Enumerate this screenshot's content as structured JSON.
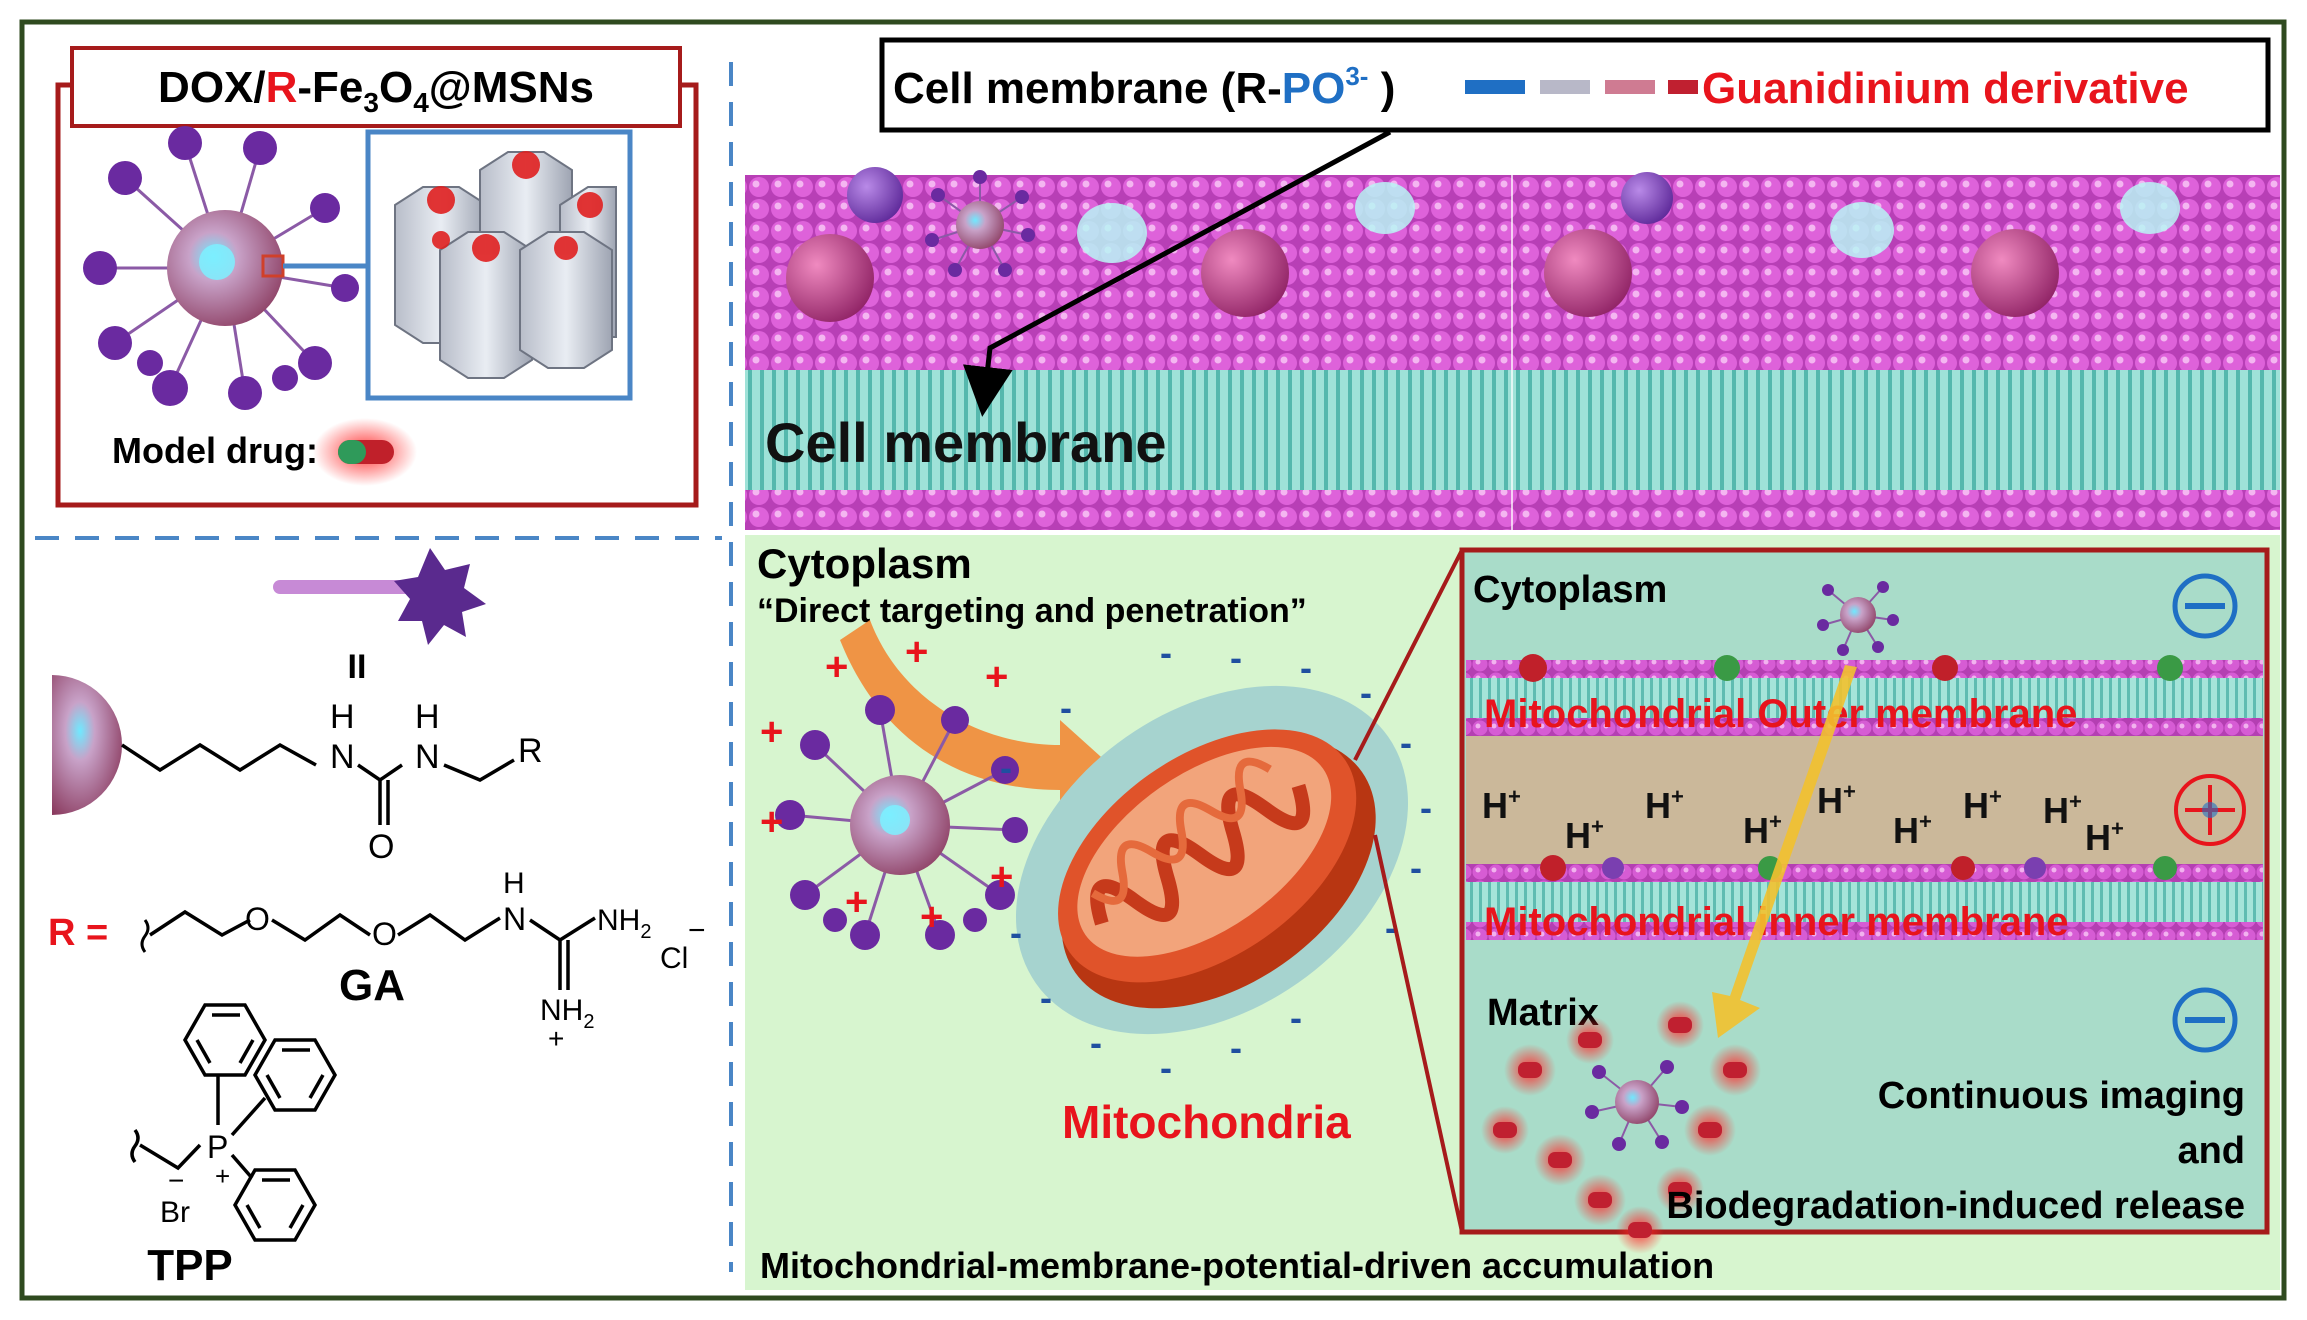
{
  "colors": {
    "frame": "#2f4a1f",
    "accent_red": "#e8141c",
    "accent_blue": "#1f6fc4",
    "membrane_head": "#d957d4",
    "membrane_tail": "#86d8cf",
    "cytoplasm_bg": "#d7f5cf",
    "inset_bg": "#a9dcc9",
    "intermembrane": "#cbb89a",
    "mito_body": "#e0532a",
    "aura": "#a6d3cf",
    "arrow_orange": "#f28a35",
    "arrow_yellow": "#f2c12e",
    "dashed_blue": "#4a86c6",
    "nanoparticle": "#7a3fb0"
  },
  "nanoparticle_panel": {
    "title_prefix": "DOX/",
    "title_r": "R",
    "title_dash": "-Fe",
    "sub_3": "3",
    "title_o": "O",
    "sub_4": "4",
    "title_suffix": "@MSNs",
    "model_drug_label": "Model drug:"
  },
  "chemistry_panel": {
    "roman_two": "II",
    "atom_h": "H",
    "atom_n": "N",
    "atom_o": "O",
    "atom_r": "R",
    "r_equals": "R =",
    "nh2": "NH",
    "sub_2": "2",
    "plus": "+",
    "minus": "−",
    "chloride": "Cl",
    "ga_label": "GA",
    "phosphorus": "P",
    "bromide": "Br",
    "tpp_label": "TPP"
  },
  "membrane_section": {
    "legend_prefix": "Cell membrane (R-",
    "legend_po": "PO",
    "legend_sup": "3-",
    "legend_suffix": " )",
    "legend_right": "Guanidinium derivative",
    "membrane_label": "Cell membrane"
  },
  "cytoplasm_section": {
    "cytoplasm_label": "Cytoplasm",
    "quote": "“Direct targeting and penetration”",
    "mitochondria_label": "Mitochondria",
    "plus_sign": "+",
    "minus_sign": "-",
    "bottom_caption": "Mitochondrial-membrane-potential-driven accumulation"
  },
  "inset": {
    "cytoplasm_label": "Cytoplasm",
    "outer_membrane": "Mitochondrial Outer membrane",
    "inner_membrane": "Mitochondrial inner membrane",
    "matrix": "Matrix",
    "proton": "H",
    "proton_charge": "+",
    "release_line1": "Continuous imaging",
    "release_line2": "and",
    "release_line3": "Biodegradation-induced release"
  }
}
